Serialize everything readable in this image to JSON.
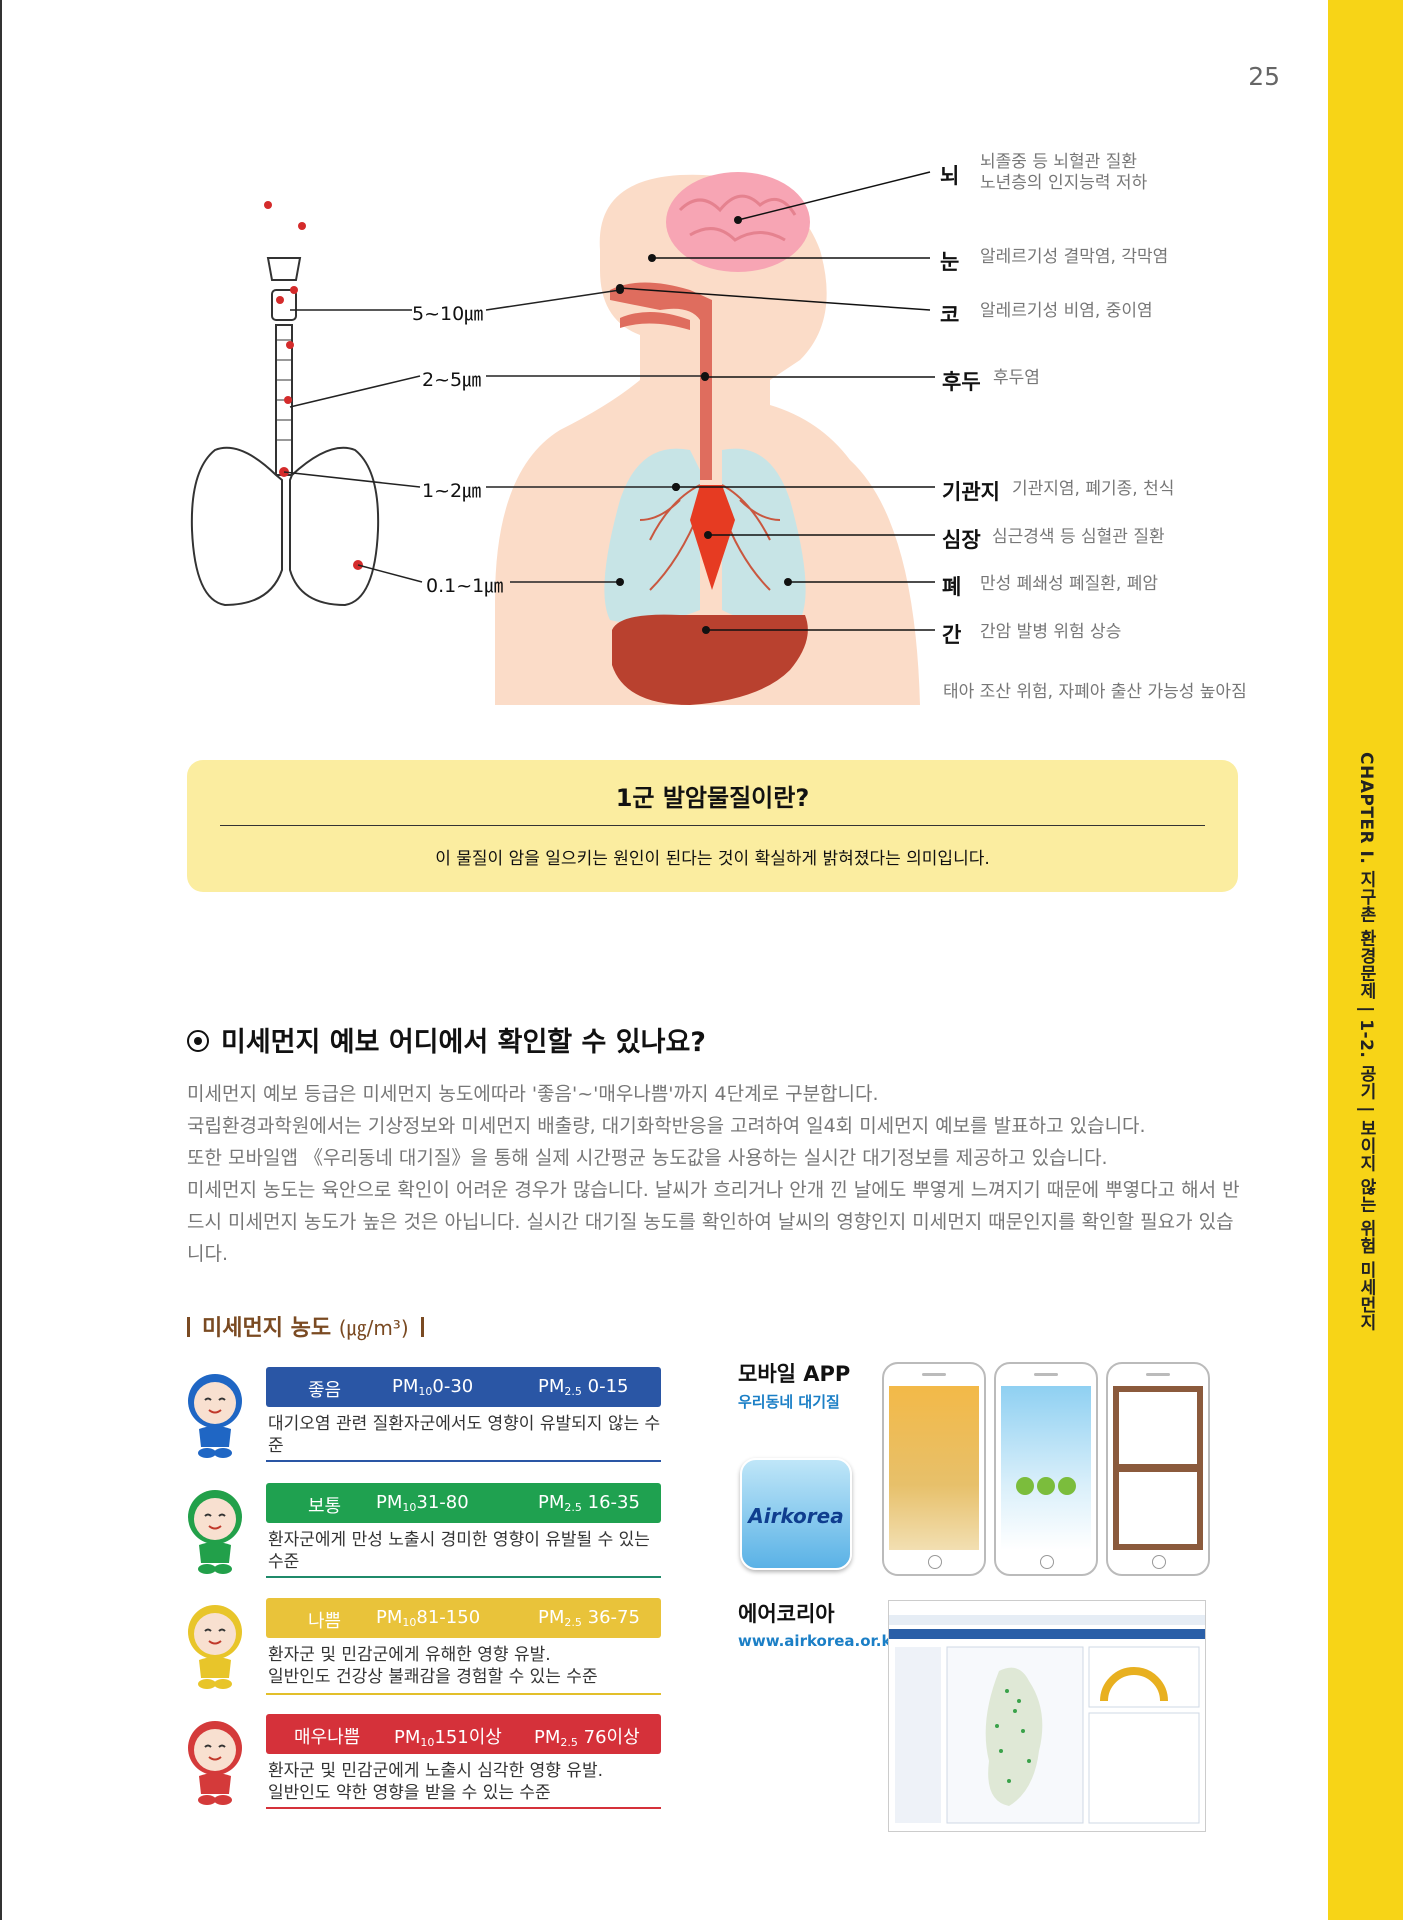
{
  "page_number": "25",
  "chapter_label": "CHAPTER I. 지구촌 환경문제  |  1-2. 공기  |  보이지 않는 위험 미세먼지",
  "particle_sizes": [
    "5~10㎛",
    "2~5㎛",
    "1~2㎛",
    "0.1~1㎛"
  ],
  "organs": [
    {
      "name": "뇌",
      "desc": "뇌졸중 등 뇌혈관 질환\n노년층의 인지능력 저하"
    },
    {
      "name": "눈",
      "desc": "알레르기성 결막염, 각막염"
    },
    {
      "name": "코",
      "desc": "알레르기성 비염, 중이염"
    },
    {
      "name": "후두",
      "desc": "후두염"
    },
    {
      "name": "기관지",
      "desc": "기관지염, 폐기종, 천식"
    },
    {
      "name": "심장",
      "desc": "심근경색 등 심혈관 질환"
    },
    {
      "name": "폐",
      "desc": "만성 폐쇄성 폐질환, 폐암"
    },
    {
      "name": "간",
      "desc": "간암 발병 위험 상승"
    }
  ],
  "fetal_note": "태아 조산 위험, 자폐아 출산 가능성 높아짐",
  "info_box": {
    "title": "1군 발암물질이란?",
    "text": "이 물질이 암을 일으키는 원인이 된다는 것이 확실하게 밝혀졌다는 의미입니다."
  },
  "section_title": "미세먼지 예보 어디에서 확인할 수 있나요?",
  "paragraphs": [
    "미세먼지 예보 등급은 미세먼지 농도에따라 '좋음'~'매우나쁨'까지 4단계로 구분합니다.",
    "국립환경과학원에서는 기상정보와 미세먼지 배출량, 대기화학반응을 고려하여 일4회 미세먼지 예보를 발표하고 있습니다.",
    "또한 모바일앱 《우리동네 대기질》을 통해 실제 시간평균 농도값을 사용하는 실시간 대기정보를 제공하고 있습니다.",
    "미세먼지 농도는 육안으로 확인이 어려운 경우가 많습니다. 날씨가 흐리거나 안개 낀 날에도 뿌옇게 느껴지기 때문에 뿌옇다고 해서 반드시 미세먼지 농도가 높은 것은 아닙니다. 실시간 대기질 농도를 확인하여 날씨의 영향인지 미세먼지 때문인지를 확인할 필요가 있습니다."
  ],
  "concentration_heading": "미세먼지 농도",
  "concentration_unit": "(㎍/m³)",
  "grades": [
    {
      "label": "좋음",
      "pm10": "0-30",
      "pm25": "0-15",
      "desc": "대기오염 관련 질환자군에서도 영향이 유발되지 않는 수준",
      "color": "#2a56a5",
      "line": "#2a56a5",
      "face": "#1f66c4"
    },
    {
      "label": "보통",
      "pm10": "31-80",
      "pm25": "16-35",
      "desc": "환자군에게 만성 노출시 경미한 영향이 유발될 수 있는 수준",
      "color": "#1fa150",
      "line": "#1f8a6a",
      "face": "#22a04a"
    },
    {
      "label": "나쁨",
      "pm10": "81-150",
      "pm25": "36-75",
      "desc": "환자군 및 민감군에게 유해한 영향 유발.\n일반인도 건강상 불쾌감을 경험할 수 있는 수준",
      "color": "#e9c33a",
      "line": "#e2bf2a",
      "face": "#e8c52a"
    },
    {
      "label": "매우나쁨",
      "pm10": "151이상",
      "pm25": "76이상",
      "desc": "환자군 및 민감군에게 노출시 심각한 영향 유발.\n일반인도 약한 영향을 받을 수 있는 수준",
      "color": "#d5313a",
      "line": "#d5313a",
      "face": "#d43a3a"
    }
  ],
  "pm10_label": "PM",
  "pm10_sub": "10",
  "pm25_label": "PM",
  "pm25_sub": "2.5",
  "mobile_app": {
    "title": "모바일 APP",
    "subtitle": "우리동네 대기질",
    "icon_text": "Airkorea"
  },
  "website": {
    "title": "에어코리아",
    "url": "www.airkorea.or.kr"
  }
}
